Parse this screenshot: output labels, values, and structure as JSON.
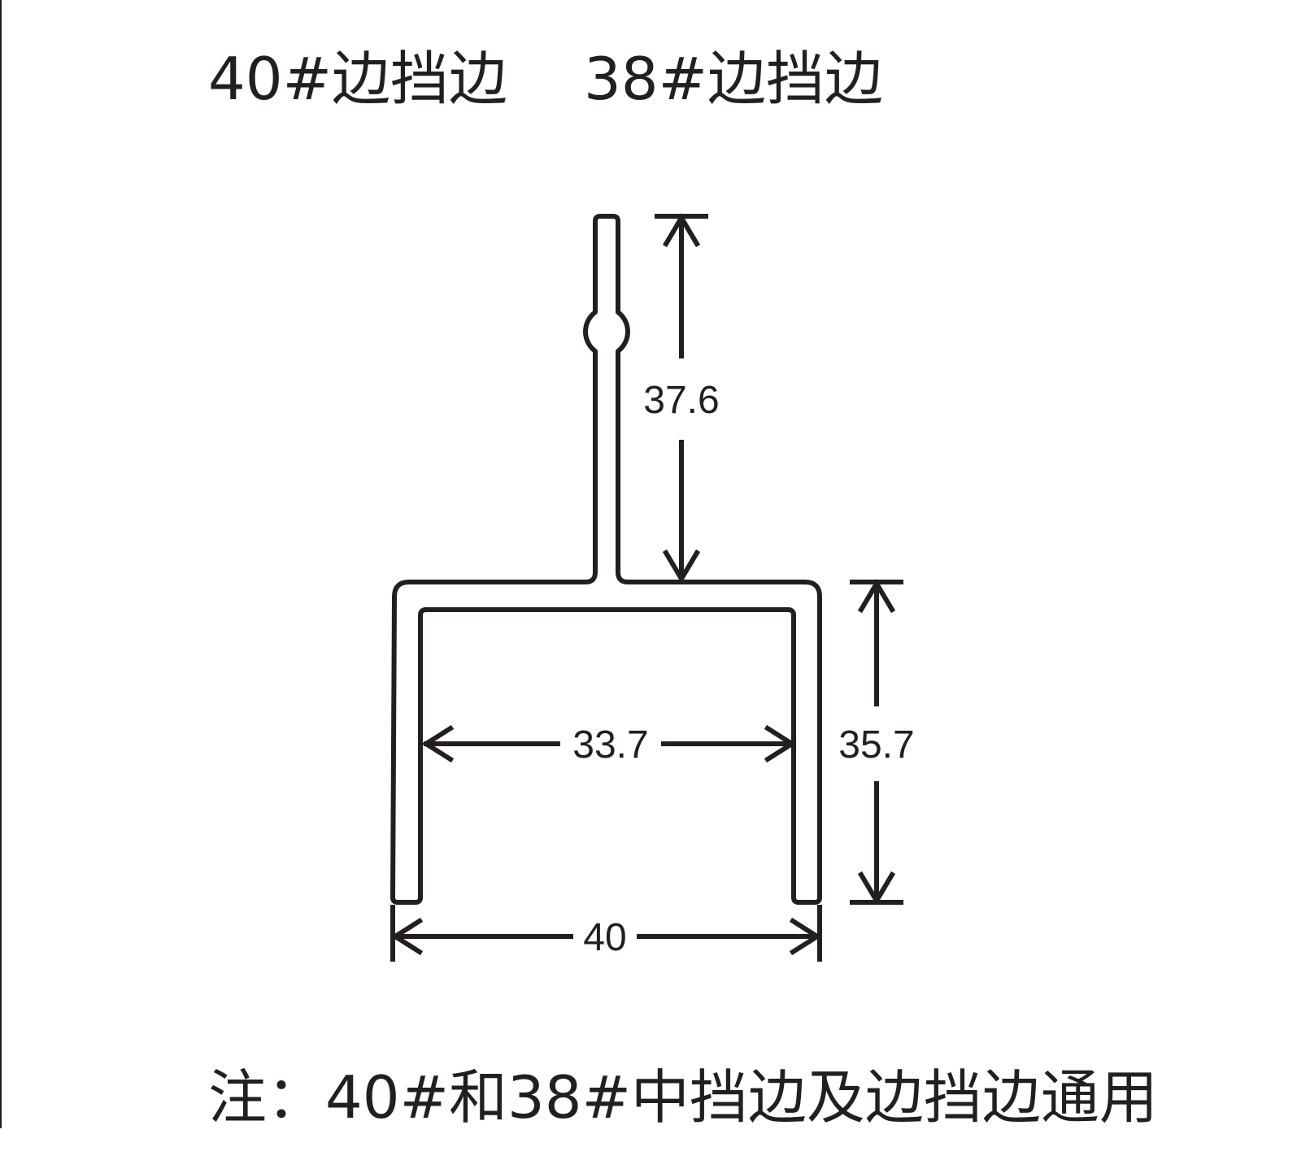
{
  "title": {
    "left": "40#边挡边",
    "right": "38#边挡边"
  },
  "dimensions": {
    "stem_height": "37.6",
    "inner_width": "33.7",
    "channel_height": "35.7",
    "outer_width": "40"
  },
  "note": "注：40#和38#中挡边及边挡边通用",
  "colors": {
    "line": "#231f20",
    "background": "#ffffff"
  }
}
